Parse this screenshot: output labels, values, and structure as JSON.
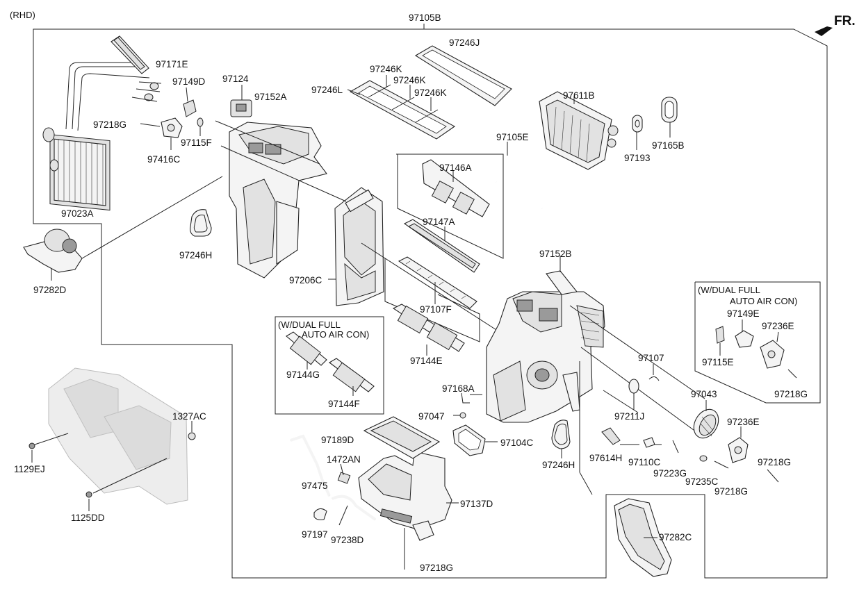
{
  "corner_label": "(RHD)",
  "direction_label": "FR.",
  "assembly_label": "97105B",
  "boxes": {
    "left_box": {
      "line1": "(W/DUAL FULL",
      "line2": "AUTO AIR CON)"
    },
    "right_box": {
      "line1": "(W/DUAL FULL",
      "line2": "AUTO AIR CON)"
    }
  },
  "parts": {
    "p97171E": "97171E",
    "p97149D": "97149D",
    "p97124": "97124",
    "p97152A": "97152A",
    "p97218G_a": "97218G",
    "p97115F": "97115F",
    "p97416C": "97416C",
    "p97023A": "97023A",
    "p97282D": "97282D",
    "p97246H_a": "97246H",
    "p97246J": "97246J",
    "p97246K_a": "97246K",
    "p97246K_b": "97246K",
    "p97246K_c": "97246K",
    "p97246L": "97246L",
    "p97611B": "97611B",
    "p97193": "97193",
    "p97165B": "97165B",
    "p97105E": "97105E",
    "p97146A": "97146A",
    "p97147A": "97147A",
    "p97206C": "97206C",
    "p97107F": "97107F",
    "p97152B": "97152B",
    "p97144E": "97144E",
    "p97144G": "97144G",
    "p97144F": "97144F",
    "p97168A": "97168A",
    "p97047": "97047",
    "p97189D": "97189D",
    "p97104C": "97104C",
    "p1472AN": "1472AN",
    "p97475": "97475",
    "p97137D": "97137D",
    "p97197": "97197",
    "p97238D": "97238D",
    "p97218G_b": "97218G",
    "p97246H_b": "97246H",
    "p97614H": "97614H",
    "p97110C": "97110C",
    "p97223G": "97223G",
    "p97235C": "97235C",
    "p97218G_c": "97218G",
    "p97211J": "97211J",
    "p97107": "97107",
    "p97043": "97043",
    "p97236E_a": "97236E",
    "p97218G_d": "97218G",
    "p97149E": "97149E",
    "p97236E_b": "97236E",
    "p97115E": "97115E",
    "p97218G_e": "97218G",
    "p97282C": "97282C",
    "p1327AC": "1327AC",
    "p1129EJ": "1129EJ",
    "p1125DD": "1125DD"
  }
}
